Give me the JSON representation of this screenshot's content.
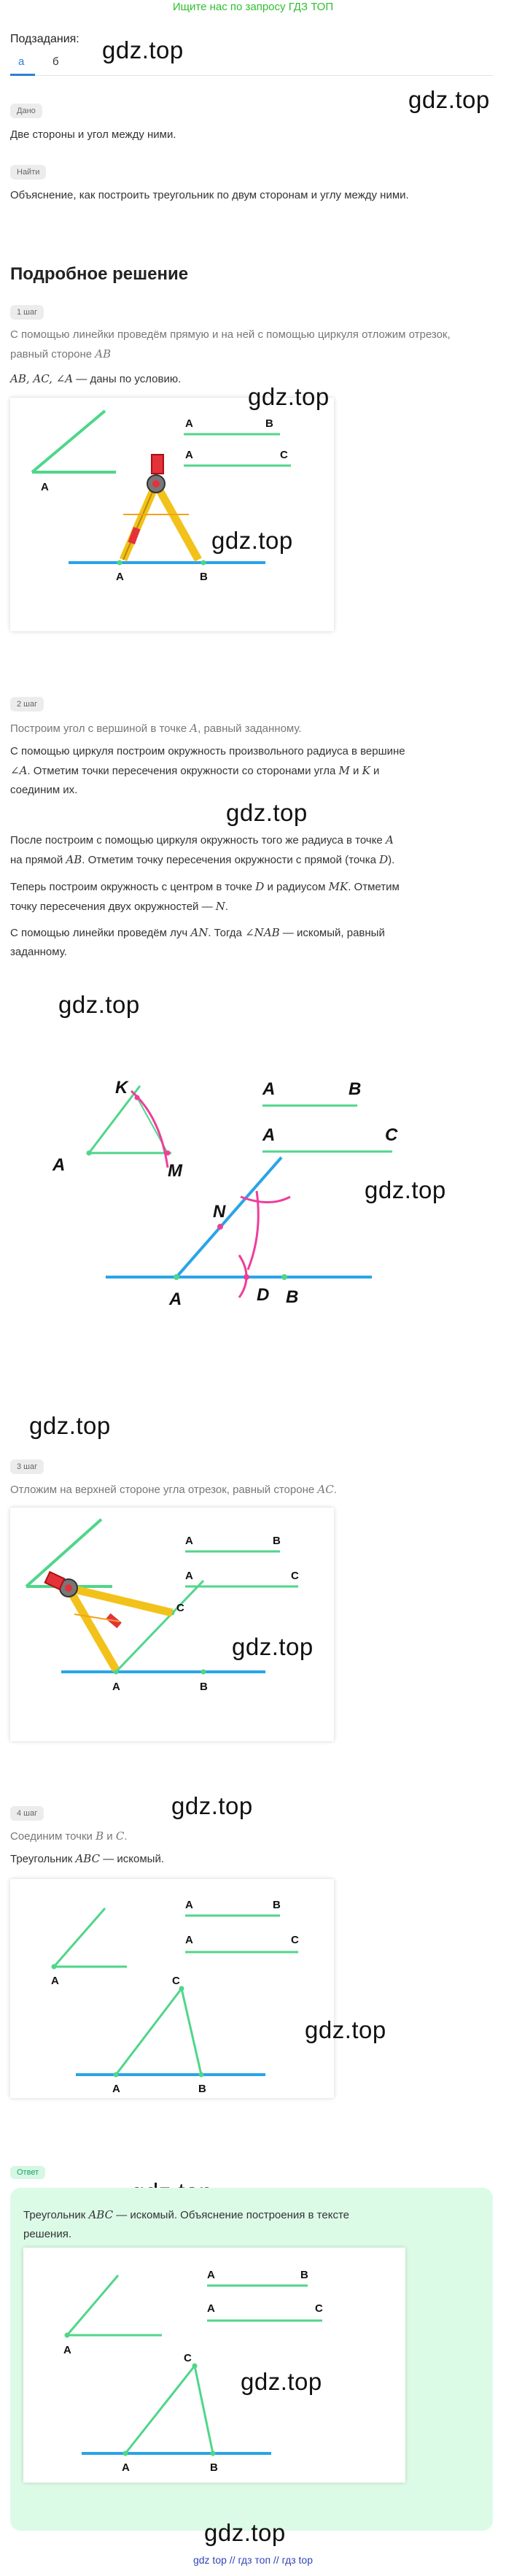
{
  "banner": "Ищите нас по запросу ГДЗ ТОП",
  "subtasks_label": "Подзадания:",
  "tabs": [
    "а",
    "б"
  ],
  "watermark": "gdz.top",
  "given": {
    "badge": "Дано",
    "text": "Две стороны и угол между ними."
  },
  "find": {
    "badge": "Найти",
    "text": "Объяснение, как построить треугольник по двум сторонам и углу между ними."
  },
  "solution_title": "Подробное решение",
  "step1": {
    "badge": "1 шаг",
    "text_a": "С помощью линейки проведём прямую и на ней с помощью циркуля отложим отрезок,",
    "text_b": "равный стороне ",
    "seg_ab": "AB",
    "given_math": "AB,  AC,  ∠A",
    "given_tail": " — даны по условию."
  },
  "step2": {
    "badge": "2 шаг",
    "lead": "Построим угол с вершиной в точке ",
    "lead_a": "A",
    "lead_tail": ", равный заданному.",
    "p1_1": "С помощью циркуля построим окружность произвольного радиуса в вершине",
    "p1_2a": "∠A",
    "p1_2b": ". Отметим точки пересечения окружности со сторонами угла ",
    "p1_2c": "M",
    "p1_2d": " и ",
    "p1_2e": "K",
    "p1_2f": " и",
    "p1_3": "соединим их.",
    "p2_1a": "После построим с помощью циркуля окружность того же радиуса в точке ",
    "p2_1b": "A",
    "p2_2a": "на прямой ",
    "p2_2b": "AB",
    "p2_2c": ". Отметим точку пересечения окружности с прямой (точка ",
    "p2_2d": "D",
    "p2_2e": ").",
    "p3_1a": "Теперь построим окружность с центром в точке ",
    "p3_1b": "D",
    "p3_1c": " и радиусом ",
    "p3_1d": "MK",
    "p3_1e": ". Отметим",
    "p3_2a": "точку пересечения двух окружностей — ",
    "p3_2b": "N",
    "p3_2c": ".",
    "p4_1a": "С помощью линейки проведём луч ",
    "p4_1b": "AN",
    "p4_1c": ". Тогда ",
    "p4_1d": "∠NAB",
    "p4_1e": " — искомый, равный",
    "p4_2": "заданному."
  },
  "step3": {
    "badge": "3 шаг",
    "text_a": "Отложим на верхней стороне угла отрезок, равный стороне ",
    "text_b": "AC",
    "text_c": "."
  },
  "step4": {
    "badge": "4 шаг",
    "text_a": "Соединим точки ",
    "text_b": "B",
    "text_c": " и ",
    "text_d": "C",
    "text_e": ".",
    "result_a": "Треугольник ",
    "result_b": "ABC",
    "result_c": " — искомый."
  },
  "answer": {
    "badge": "Ответ",
    "line1a": "Треугольник ",
    "line1b": "ABC",
    "line1c": " — искомый. Объяснение построения в тексте",
    "line2": "решения."
  },
  "labels": {
    "A": "A",
    "B": "B",
    "C": "C",
    "K": "K",
    "M": "M",
    "N": "N",
    "D": "D"
  },
  "footer": "gdz top  //  гдз топ  //  гдз top",
  "colors": {
    "green": "#4fd68a",
    "blue": "#2aa4e8",
    "pink": "#ee3e9a",
    "yellow": "#f2c21b",
    "red": "#e4323b",
    "accent": "#2f7fd8",
    "answer_bg": "#dcfbe7"
  }
}
